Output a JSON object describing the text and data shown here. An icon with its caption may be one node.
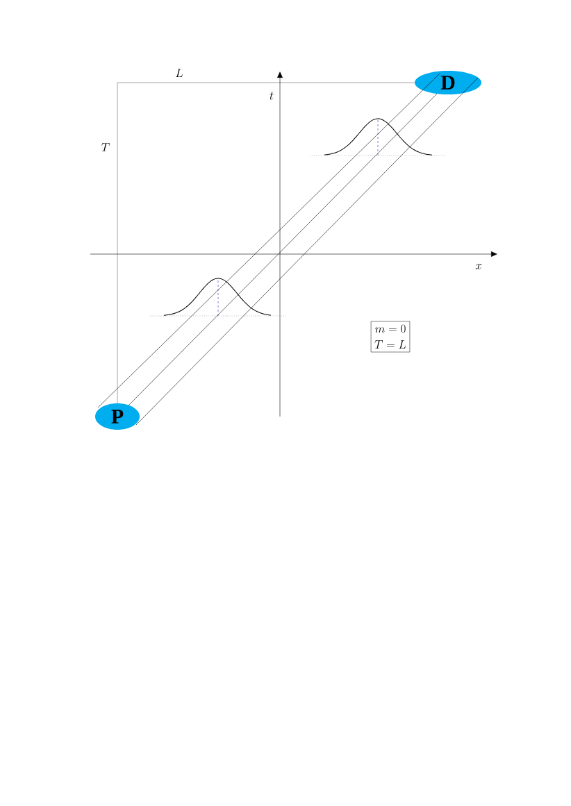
{
  "diagram": {
    "nodes": [
      {
        "text": [
          "D"
        ]
      },
      {
        "text": [
          "m = 0",
          "T = L"
        ]
      },
      {
        "text": [
          "P"
        ]
      }
    ],
    "edges": [
      {
        "from": 2,
        "to": 0,
        "arrow": "none"
      },
      {
        "from": 2,
        "to": 0,
        "arrow": "none"
      },
      {
        "from": 2,
        "to": 0,
        "arrow": "none"
      }
    ],
    "labels": [
      "L",
      "t",
      "T",
      "x"
    ]
  }
}
